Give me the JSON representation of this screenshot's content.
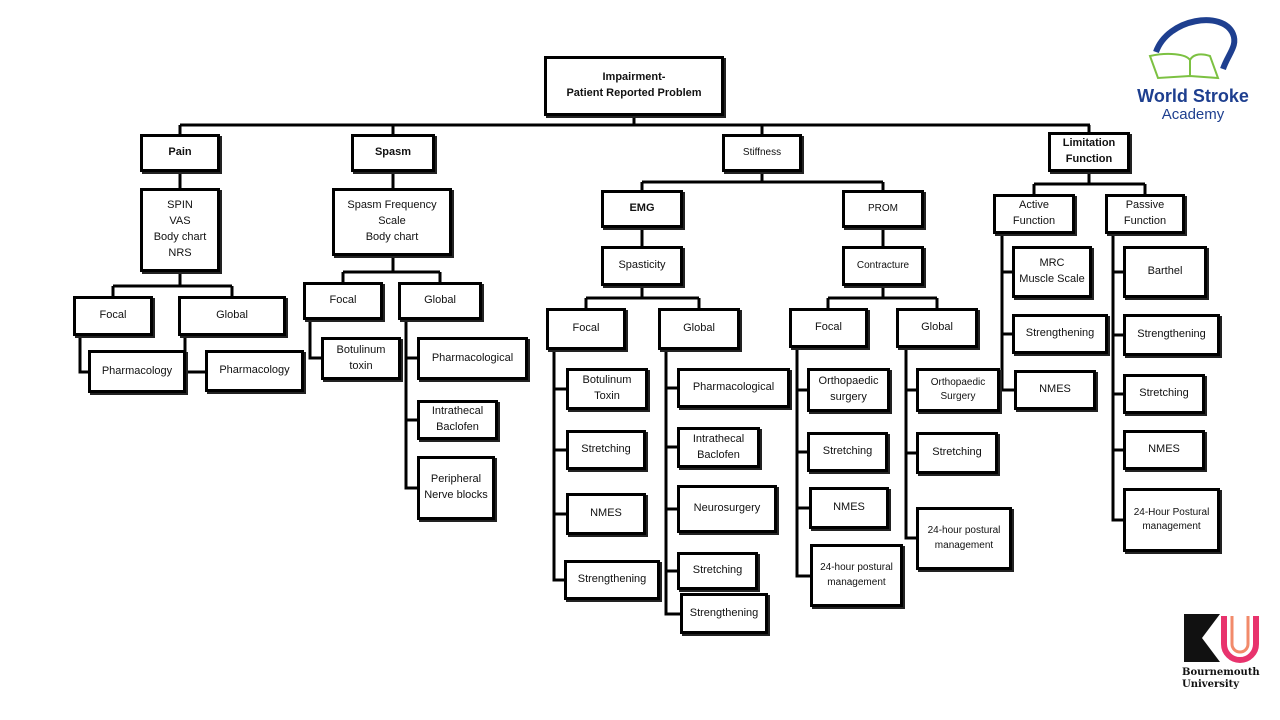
{
  "root": "Impairment-\nPatient Reported Problem",
  "pain": {
    "title": "Pain",
    "measures": "SPIN\nVAS\nBody chart\nNRS",
    "focal": "Focal",
    "global": "Global",
    "focal_items": [
      "Pharmacology"
    ],
    "global_items": [
      "Pharmacology"
    ]
  },
  "spasm": {
    "title": "Spasm",
    "measures": "Spasm Frequency\nScale\nBody chart",
    "focal": "Focal",
    "global": "Global",
    "focal_items": [
      "Botulinum\ntoxin"
    ],
    "global_items": [
      "Pharmacological",
      "Intrathecal\nBaclofen",
      "Peripheral\nNerve blocks"
    ]
  },
  "stiffness": {
    "title": "Stiffness",
    "emg": {
      "title": "EMG",
      "sub": "Spasticity",
      "focal": "Focal",
      "global": "Global",
      "focal_items": [
        "Botulinum\nToxin",
        "Stretching",
        "NMES",
        "Strengthening"
      ],
      "global_items": [
        "Pharmacological",
        "Intrathecal\nBaclofen",
        "Neurosurgery",
        "Stretching",
        "Strengthening"
      ]
    },
    "prom": {
      "title": "PROM",
      "sub": "Contracture",
      "focal": "Focal",
      "global": "Global",
      "focal_items": [
        "Orthopaedic\nsurgery",
        "Stretching",
        "NMES",
        "24-hour postural\nmanagement"
      ],
      "global_items": [
        "Orthopaedic\nSurgery",
        "Stretching",
        "24-hour postural\nmanagement"
      ]
    }
  },
  "limitation": {
    "title": "Limitation\nFunction",
    "active": {
      "title": "Active\nFunction",
      "items": [
        "MRC\nMuscle Scale",
        "Strengthening",
        "NMES"
      ]
    },
    "passive": {
      "title": "Passive\nFunction",
      "items": [
        "Barthel",
        "Strengthening",
        "Stretching",
        "NMES",
        "24-Hour Postural\nmanagement"
      ]
    }
  },
  "logos": {
    "wsa_line1": "World Stroke",
    "wsa_line2": "Academy",
    "bu": "Bournemouth\nUniversity"
  },
  "colors": {
    "wsa_blue": "#1e3f8f",
    "wsa_green": "#7cc142",
    "bu_pink": "#e8336d"
  }
}
